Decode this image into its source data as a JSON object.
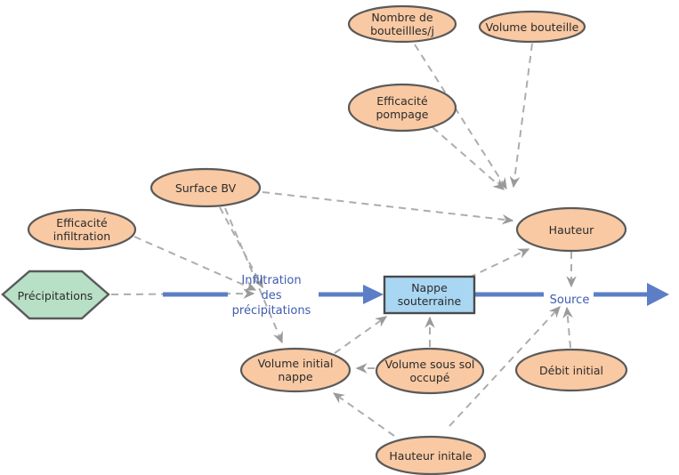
{
  "diagram": {
    "nodes": {
      "nombre_de_bouteilles": {
        "lines": [
          "Nombre de",
          "bouteillles/j"
        ],
        "shape": "ellipse"
      },
      "volume_bouteille": {
        "lines": [
          "Volume bouteille"
        ],
        "shape": "ellipse"
      },
      "efficacite_pompage": {
        "lines": [
          "Efficacité",
          "pompage"
        ],
        "shape": "ellipse"
      },
      "surface_bv": {
        "lines": [
          "Surface BV"
        ],
        "shape": "ellipse"
      },
      "efficacite_infiltration": {
        "lines": [
          "Efficacité",
          "infiltration"
        ],
        "shape": "ellipse"
      },
      "precipitations": {
        "lines": [
          "Précipitations"
        ],
        "shape": "hexagon"
      },
      "hauteur": {
        "lines": [
          "Hauteur"
        ],
        "shape": "ellipse"
      },
      "nappe_souterraine": {
        "lines": [
          "Nappe",
          "souterraine"
        ],
        "shape": "stock"
      },
      "volume_initial_nappe": {
        "lines": [
          "Volume initial",
          "nappe"
        ],
        "shape": "ellipse"
      },
      "volume_sous_sol_occupe": {
        "lines": [
          "Volume sous sol",
          "occupé"
        ],
        "shape": "ellipse"
      },
      "debit_initial": {
        "lines": [
          "Débit initial"
        ],
        "shape": "ellipse"
      },
      "hauteur_initale": {
        "lines": [
          "Hauteur initale"
        ],
        "shape": "ellipse"
      }
    },
    "flows": {
      "infiltration_des_precipitations": {
        "lines": [
          "Infiltration",
          "des",
          "précipitations"
        ]
      },
      "source": {
        "lines": [
          "Source"
        ]
      }
    },
    "links": [
      {
        "from": "nombre_de_bouteilles",
        "to": "hauteur"
      },
      {
        "from": "efficacite_pompage",
        "to": "hauteur"
      },
      {
        "from": "volume_bouteille",
        "to": "hauteur"
      },
      {
        "from": "surface_bv",
        "to": "hauteur"
      },
      {
        "from": "surface_bv",
        "to": "infiltration_des_precipitations"
      },
      {
        "from": "surface_bv",
        "to": "volume_initial_nappe"
      },
      {
        "from": "efficacite_infiltration",
        "to": "infiltration_des_precipitations"
      },
      {
        "from": "precipitations",
        "to": "infiltration_des_precipitations"
      },
      {
        "from": "nappe_souterraine",
        "to": "hauteur"
      },
      {
        "from": "hauteur",
        "to": "source"
      },
      {
        "from": "debit_initial",
        "to": "source"
      },
      {
        "from": "hauteur_initale",
        "to": "source"
      },
      {
        "from": "hauteur_initale",
        "to": "volume_initial_nappe"
      },
      {
        "from": "volume_sous_sol_occupe",
        "to": "volume_initial_nappe"
      },
      {
        "from": "volume_sous_sol_occupe",
        "to": "nappe_souterraine"
      },
      {
        "from": "volume_initial_nappe",
        "to": "nappe_souterraine"
      }
    ],
    "colors": {
      "ellipse_fill": "#F9C9A3",
      "shape_border": "#5a5a5a",
      "hexagon_fill": "#B7E0C7",
      "stock_fill": "#A9D6F2",
      "flow_blue": "#5B7EC6",
      "flow_label_blue": "#3D5CAE",
      "connector_gray": "#ADADAD",
      "text": "#2B2B2B"
    }
  }
}
